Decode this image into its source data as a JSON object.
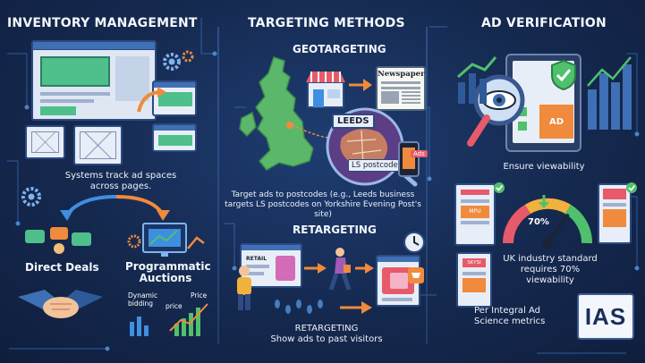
{
  "inventory": {
    "title": "INVENTORY MANAGEMENT",
    "caption_line1": "Systems track ad spaces",
    "caption_line2": "across pages.",
    "direct_deals": "Direct Deals",
    "programmatic_line1": "Programmatic",
    "programmatic_line2": "Auctions",
    "dynamic_line1": "Dynamic",
    "dynamic_line2": "bidding",
    "price_label": "price",
    "price_label_cap": "Price"
  },
  "targeting": {
    "title": "TARGETING METHODS",
    "geo_title": "GEOTARGETING",
    "newspaper": "Newspaper",
    "leeds": "LEEDS",
    "ls_postcode": "LS postcode",
    "ads": "Ads",
    "geo_caption_line1": "Target ads to postcodes (e.g., Leeds business",
    "geo_caption_line2": "targets LS postcodes on Yorkshire Evening Post's site)",
    "retargeting_title": "RETARGETING",
    "retail": "RETAIL",
    "retarget_caption_line1": "RETARGETING",
    "retarget_caption_line2": "Show ads to past visitors"
  },
  "verification": {
    "title": "AD VERIFICATION",
    "ad_label": "AD",
    "viewability_caption": "Ensure viewability",
    "gauge_value": "70%",
    "gauge_level": 0.7,
    "mpu": "MPU",
    "sky": "SKYSI",
    "standard_line1": "UK industry standard",
    "standard_line2": "requires 70% viewability",
    "ias_line1": "Per Integral Ad",
    "ias_line2": "Science metrics",
    "ias_logo": "IAS"
  },
  "colors": {
    "accent_orange": "#f08a3c",
    "accent_green": "#4fc06b",
    "accent_blue": "#3f8fe0",
    "background": "#15294f"
  }
}
